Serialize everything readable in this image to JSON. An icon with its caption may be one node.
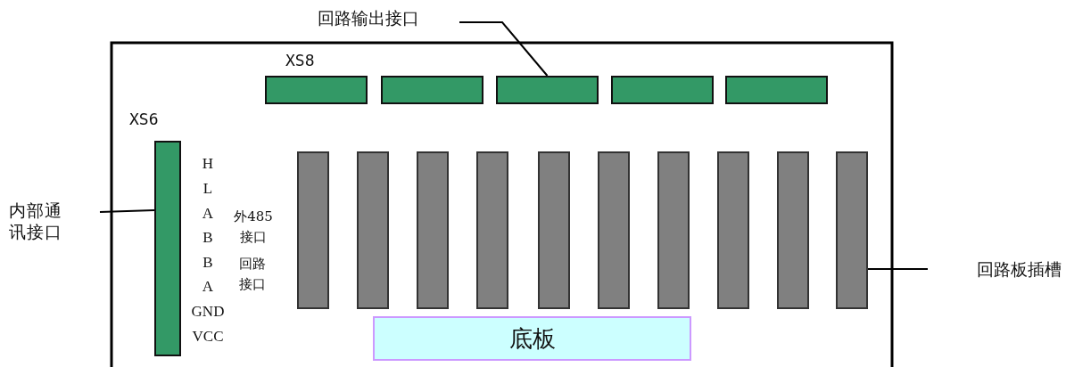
{
  "diagram": {
    "nodes": [
      {
        "text": [
          "回路输出接口"
        ]
      },
      {
        "text": [],
        "shape": "box"
      },
      {
        "text": [],
        "shape": "box"
      },
      {
        "text": [],
        "shape": "box"
      },
      {
        "text": [],
        "shape": "box"
      },
      {
        "text": [],
        "shape": "box"
      },
      {
        "text": [],
        "shape": "box"
      },
      {
        "text": [
          "内部通讯接口"
        ]
      },
      {
        "text": [],
        "shape": "box"
      },
      {
        "text": [],
        "shape": "box"
      },
      {
        "text": [],
        "shape": "box"
      },
      {
        "text": [],
        "shape": "box"
      },
      {
        "text": [],
        "shape": "box"
      },
      {
        "text": [],
        "shape": "box"
      },
      {
        "text": [],
        "shape": "box"
      },
      {
        "text": [],
        "shape": "box"
      },
      {
        "text": [],
        "shape": "box"
      },
      {
        "text": [],
        "shape": "box"
      },
      {
        "text": [
          "回路板插槽"
        ]
      },
      {
        "text": [
          "底板"
        ]
      }
    ],
    "edges": [
      {
        "from": 0,
        "to": 3,
        "arrow": "none"
      },
      {
        "from": 7,
        "to": 6,
        "arrow": "none"
      },
      {
        "from": 18,
        "to": 17,
        "arrow": "none"
      }
    ],
    "labels": [
      "XS8",
      "XS6",
      "H",
      "L",
      "A",
      "B",
      "B",
      "A",
      "GND",
      "VCC",
      "外485接口",
      "回路接口"
    ]
  }
}
